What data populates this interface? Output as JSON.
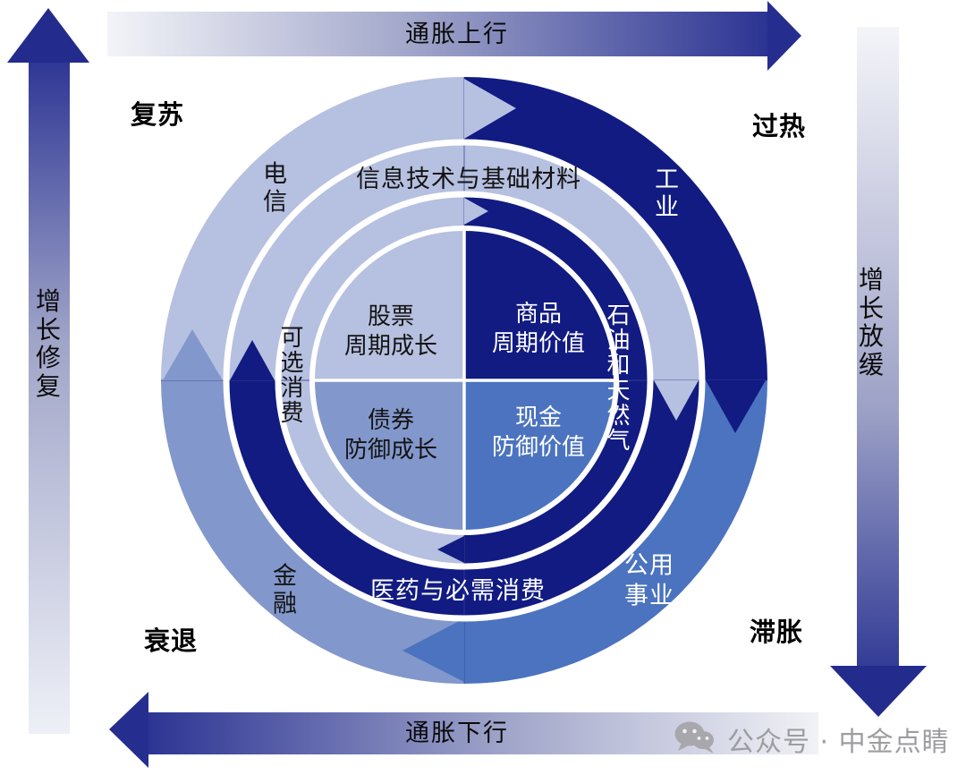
{
  "axes": {
    "top": {
      "label": "通胀上行"
    },
    "bottom": {
      "label": "通胀下行"
    },
    "left": {
      "label": "增长修复"
    },
    "right": {
      "label": "增长放缓"
    }
  },
  "phases": {
    "recovery": "复苏",
    "overheat": "过热",
    "recession": "衰退",
    "stagflation": "滞胀"
  },
  "outer_ring": {
    "telecom": "电信",
    "industrials": "工业",
    "financials": "金融",
    "utilities_line1": "公用",
    "utilities_line2": "事业"
  },
  "middle_ring": {
    "top": "信息技术与基础材料",
    "bottom": "医药与必需消费"
  },
  "inner_ring": {
    "left": "可选消费",
    "right": "石油和天然气"
  },
  "center": {
    "stocks": {
      "line1": "股票",
      "line2": "周期成长"
    },
    "commodities": {
      "line1": "商品",
      "line2": "周期价值"
    },
    "bonds": {
      "line1": "债券",
      "line2": "防御成长"
    },
    "cash": {
      "line1": "现金",
      "line2": "防御价值"
    }
  },
  "watermark": {
    "label": "公众号 · 中金点睛"
  },
  "colors": {
    "navy": "#111b82",
    "light_periwinkle": "#b6c0e0",
    "slate_blue": "#8297cb",
    "medium_blue": "#4b73bf",
    "arrow_dark": "#2b3391",
    "watermark_gray": "#9d9da1"
  }
}
